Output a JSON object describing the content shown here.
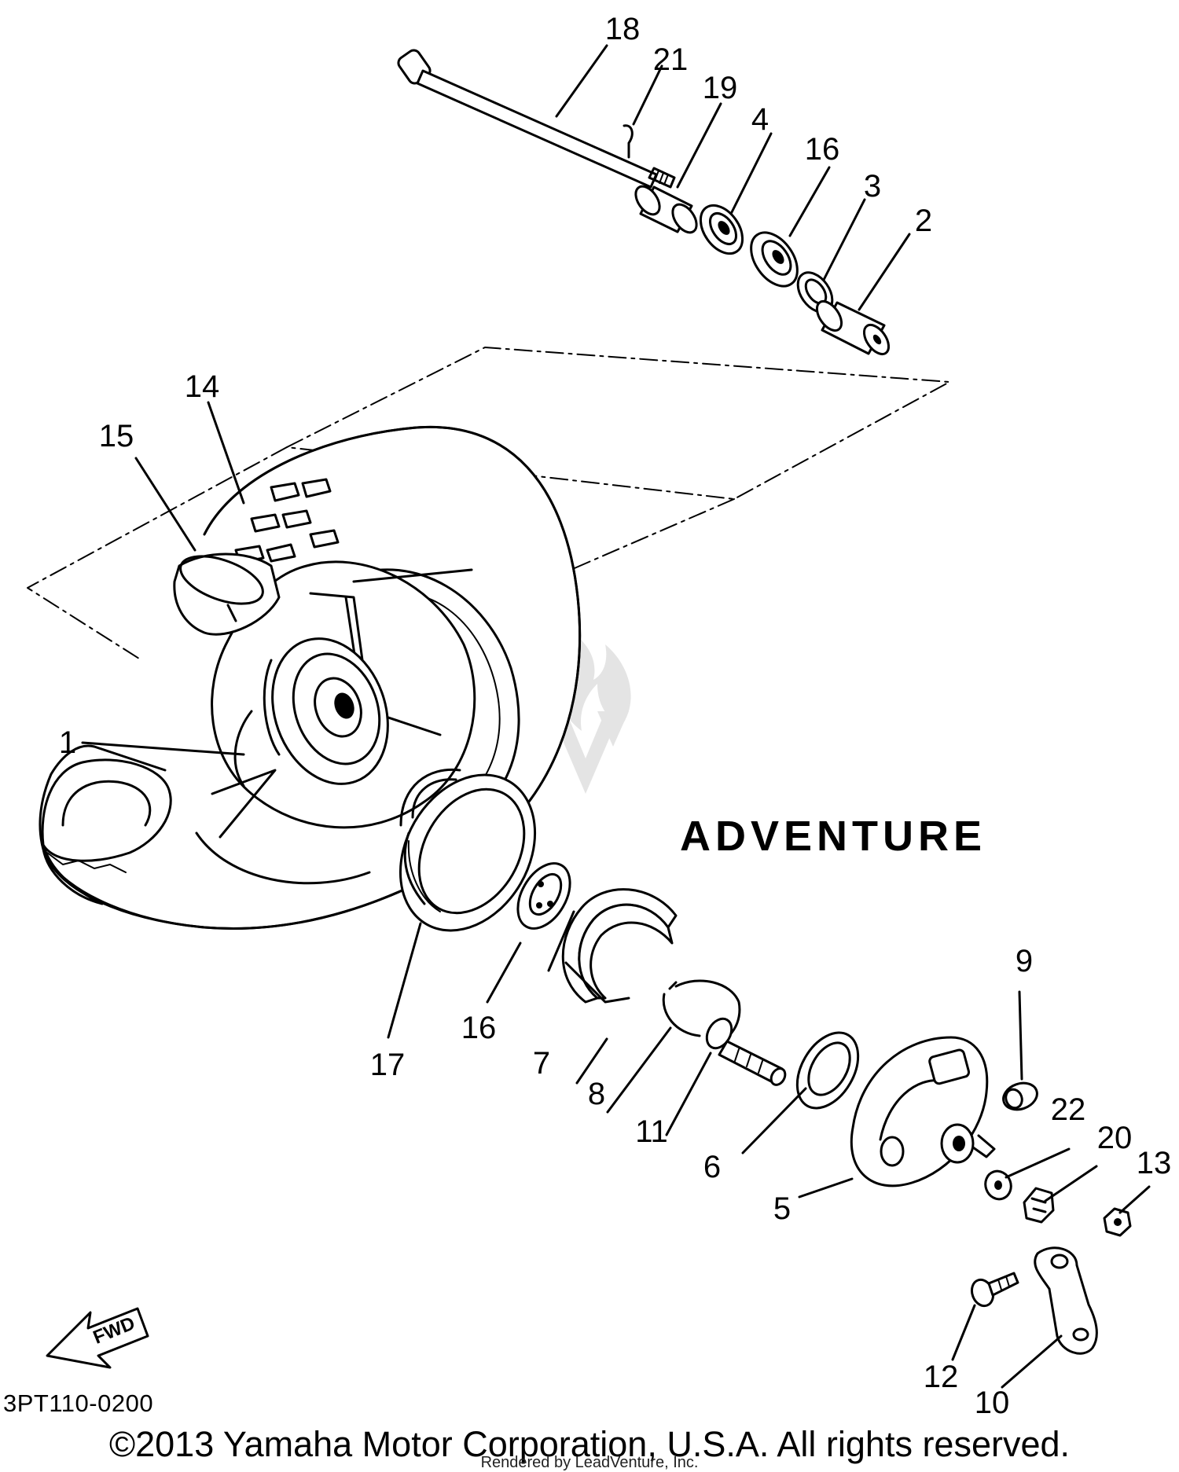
{
  "diagram": {
    "type": "exploded-parts-diagram",
    "drawing_code": "3PT110-0200",
    "copyright": "©2013 Yamaha Motor Corporation, U.S.A. All rights reserved.",
    "rendered_by": "Rendered by LeadVenture, Inc.",
    "watermark": "ADVENTURE",
    "direction_marker": "FWD",
    "callouts": [
      {
        "id": "c18",
        "label": "18"
      },
      {
        "id": "c21",
        "label": "21"
      },
      {
        "id": "c19",
        "label": "19"
      },
      {
        "id": "c4",
        "label": "4"
      },
      {
        "id": "c16a",
        "label": "16"
      },
      {
        "id": "c3",
        "label": "3"
      },
      {
        "id": "c2",
        "label": "2"
      },
      {
        "id": "c14",
        "label": "14"
      },
      {
        "id": "c15",
        "label": "15"
      },
      {
        "id": "c1",
        "label": "1"
      },
      {
        "id": "c16b",
        "label": "16"
      },
      {
        "id": "c17",
        "label": "17"
      },
      {
        "id": "c7",
        "label": "7"
      },
      {
        "id": "c8",
        "label": "8"
      },
      {
        "id": "c11",
        "label": "11"
      },
      {
        "id": "c6",
        "label": "6"
      },
      {
        "id": "c5",
        "label": "5"
      },
      {
        "id": "c9",
        "label": "9"
      },
      {
        "id": "c22",
        "label": "22"
      },
      {
        "id": "c20",
        "label": "20"
      },
      {
        "id": "c13",
        "label": "13"
      },
      {
        "id": "c12",
        "label": "12"
      },
      {
        "id": "c10",
        "label": "10"
      }
    ]
  }
}
